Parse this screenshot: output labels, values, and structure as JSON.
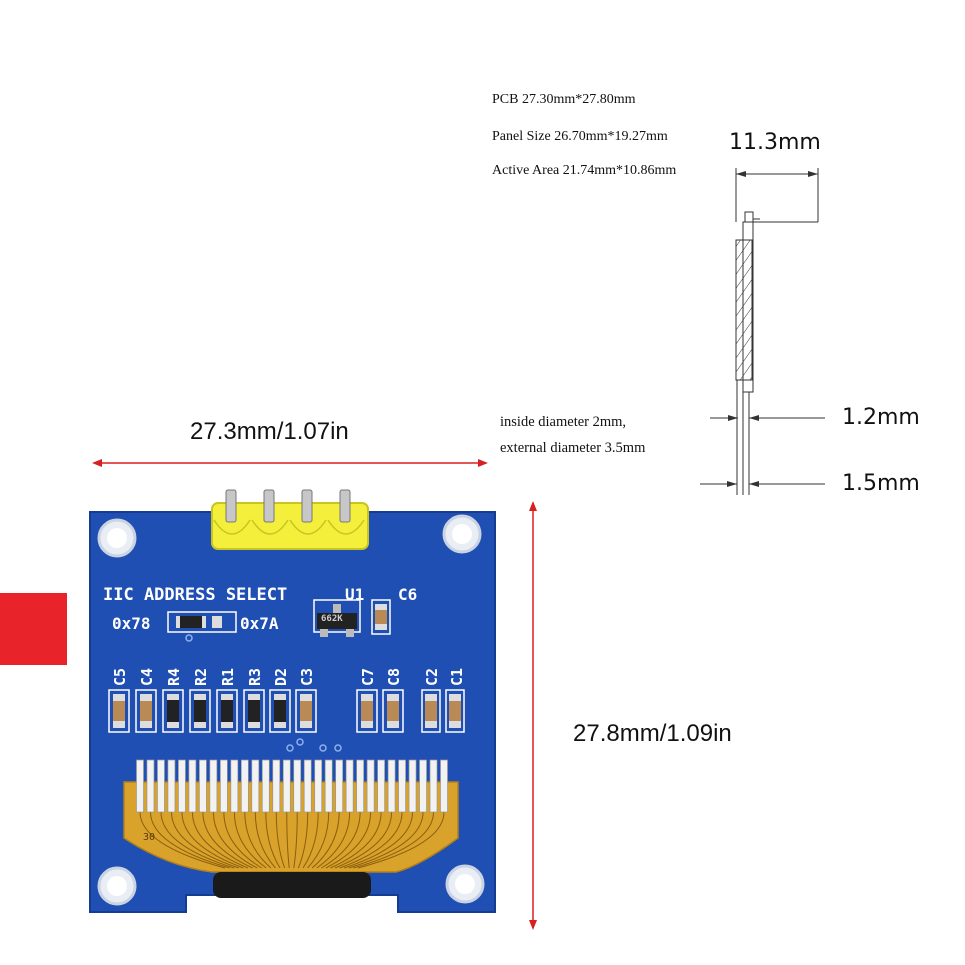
{
  "specs": {
    "pcb": "PCB 27.30mm*27.80mm",
    "panel_size": "Panel Size  26.70mm*19.27mm",
    "active_area": "Active Area  21.74mm*10.86mm"
  },
  "side_view": {
    "thickness": "11.3mm",
    "pin_gap": "1.2mm",
    "board_thickness": "1.5mm",
    "hole_note_1": "inside diameter 2mm,",
    "hole_note_2": "external diameter 3.5mm"
  },
  "dimensions": {
    "width": "27.3mm/1.07in",
    "height": "27.8mm/1.09in"
  },
  "pcb_silkscreen": {
    "title": "IIC ADDRESS SELECT",
    "addr_left": "0x78",
    "addr_right": "0x7A",
    "u1": "U1",
    "c6": "C6",
    "chip_mark": "662K",
    "pin_number": "30",
    "components": [
      "C5",
      "C4",
      "R4",
      "R2",
      "R1",
      "R3",
      "D2",
      "C3",
      "C7",
      "C8",
      "C2",
      "C1"
    ]
  },
  "colors": {
    "pcb_blue": "#1f4fb3",
    "header_yellow": "#f4ef3a",
    "dimension_red": "#d82020",
    "flex_amber": "#d9a22a"
  }
}
